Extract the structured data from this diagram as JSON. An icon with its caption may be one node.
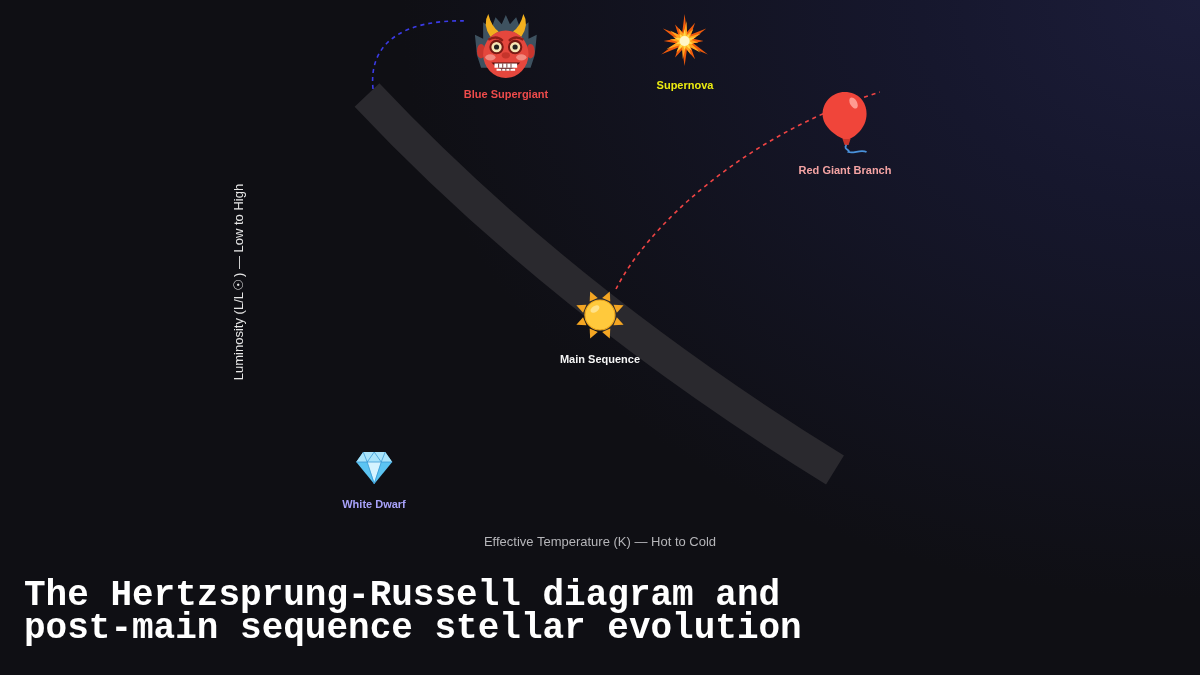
{
  "diagram": {
    "title": "The Hertzsprung-Russell diagram and post-main sequence stellar evolution",
    "nodes": [
      {
        "text": [
          "Blue Supergiant"
        ]
      },
      {
        "text": [
          "Supernova"
        ]
      },
      {
        "text": [
          "Red Giant Branch"
        ]
      },
      {
        "text": [
          "Main Sequence"
        ]
      },
      {
        "text": [
          "White Dwarf"
        ]
      }
    ],
    "edges": [
      {
        "from": null,
        "to": 0,
        "arrow": "none",
        "style": "dashed",
        "color": "#3b3be8"
      },
      {
        "from": 3,
        "to": 2,
        "arrow": "none",
        "style": "dashed",
        "color": "#ef4444"
      }
    ],
    "labels": [
      "Luminosity (L/L☉) — Low to High",
      "Effective Temperature (K) — Hot to Cold"
    ]
  }
}
